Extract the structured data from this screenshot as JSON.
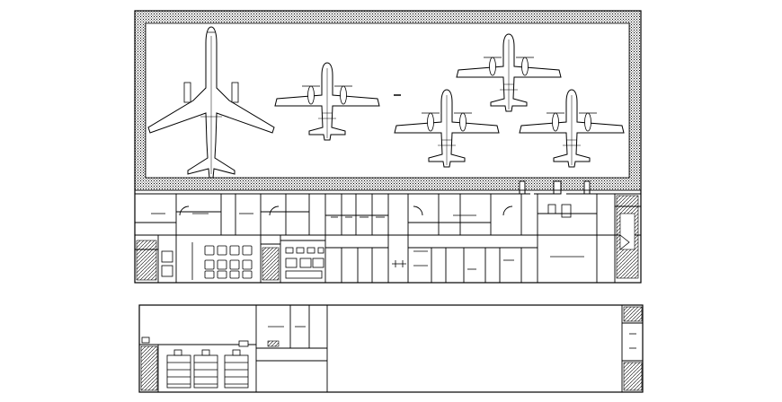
{
  "drawing": {
    "line_color": "#000000",
    "hatch_color": "#000000",
    "background": "#ffffff",
    "aircraft": [
      {
        "kind": "jet-airliner",
        "count": 1
      },
      {
        "kind": "turboprop",
        "count": 4
      }
    ],
    "sheets": [
      "hangar-and-office-plan",
      "lower-floor-plan"
    ]
  }
}
